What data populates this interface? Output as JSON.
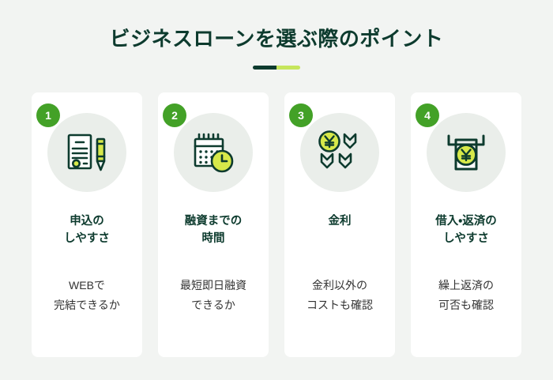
{
  "header": {
    "title": "ビジネスローンを選ぶ際のポイント",
    "divider_dark_color": "#0d3b2e",
    "divider_light_color": "#c6e65c"
  },
  "theme": {
    "page_background": "#f2f4f2",
    "card_background": "#ffffff",
    "icon_circle": "#eaeeea",
    "badge_green": "#43a127",
    "title_green": "#0d3b2e",
    "accent_lime": "#d7e94a",
    "body_text": "#333333"
  },
  "cards": [
    {
      "badge": "1",
      "icon_name": "document-pen-icon",
      "title": "申込の\nしやすさ",
      "body": "WEBで\n完結できるか"
    },
    {
      "badge": "2",
      "icon_name": "calendar-clock-icon",
      "title": "融資までの\n時間",
      "body": "最短即日融資\nできるか"
    },
    {
      "badge": "3",
      "icon_name": "yen-arrows-icon",
      "title": "金利",
      "body": "金利以外の\nコストも確認"
    },
    {
      "badge": "4",
      "icon_name": "atm-yen-icon",
      "title": "借入・返済の\nしやすさ",
      "body": "繰上返済の\n可否も確認"
    }
  ]
}
